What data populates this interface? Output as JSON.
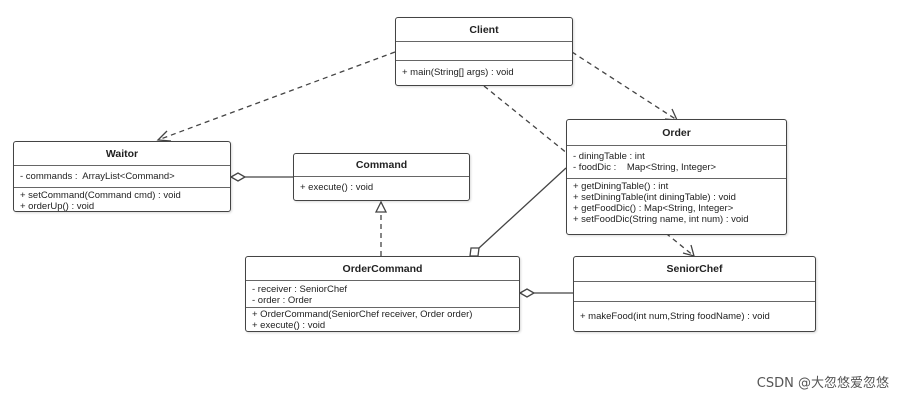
{
  "classes": {
    "client": {
      "name": "Client",
      "attributes": [],
      "methods": [
        "+ main(String[] args) : void"
      ]
    },
    "waitor": {
      "name": "Waitor",
      "attributes": [
        "- commands :  ArrayList<Command>"
      ],
      "methods": [
        "+ setCommand(Command cmd) : void",
        "+ orderUp() : void"
      ]
    },
    "command": {
      "name": "Command",
      "attributes": [],
      "methods": [
        "+ execute() : void"
      ]
    },
    "order": {
      "name": "Order",
      "attributes": [
        "- diningTable : int",
        "- foodDic :    Map<String, Integer>"
      ],
      "methods": [
        "+ getDiningTable() : int",
        "+ setDiningTable(int diningTable) : void",
        "+ getFoodDic() : Map<String, Integer>",
        "+ setFoodDic(String name, int num) : void"
      ]
    },
    "ordercommand": {
      "name": "OrderCommand",
      "attributes": [
        "- receiver : SeniorChef",
        "- order : Order"
      ],
      "methods": [
        "+ OrderCommand(SeniorChef receiver, Order order)",
        "+ execute() : void"
      ]
    },
    "seniorchef": {
      "name": "SeniorChef",
      "attributes": [],
      "methods": [
        "+ makeFood(int num,String foodName) : void"
      ]
    }
  },
  "relations": [
    {
      "from": "client",
      "to": "waitor",
      "type": "dependency"
    },
    {
      "from": "client",
      "to": "order",
      "type": "dependency"
    },
    {
      "from": "client",
      "to": "seniorchef",
      "type": "dependency"
    },
    {
      "from": "waitor",
      "to": "command",
      "type": "aggregation"
    },
    {
      "from": "ordercommand",
      "to": "command",
      "type": "realization"
    },
    {
      "from": "ordercommand",
      "to": "order",
      "type": "aggregation"
    },
    {
      "from": "ordercommand",
      "to": "seniorchef",
      "type": "aggregation"
    }
  ],
  "watermark": "CSDN @大忽悠爱忽悠"
}
